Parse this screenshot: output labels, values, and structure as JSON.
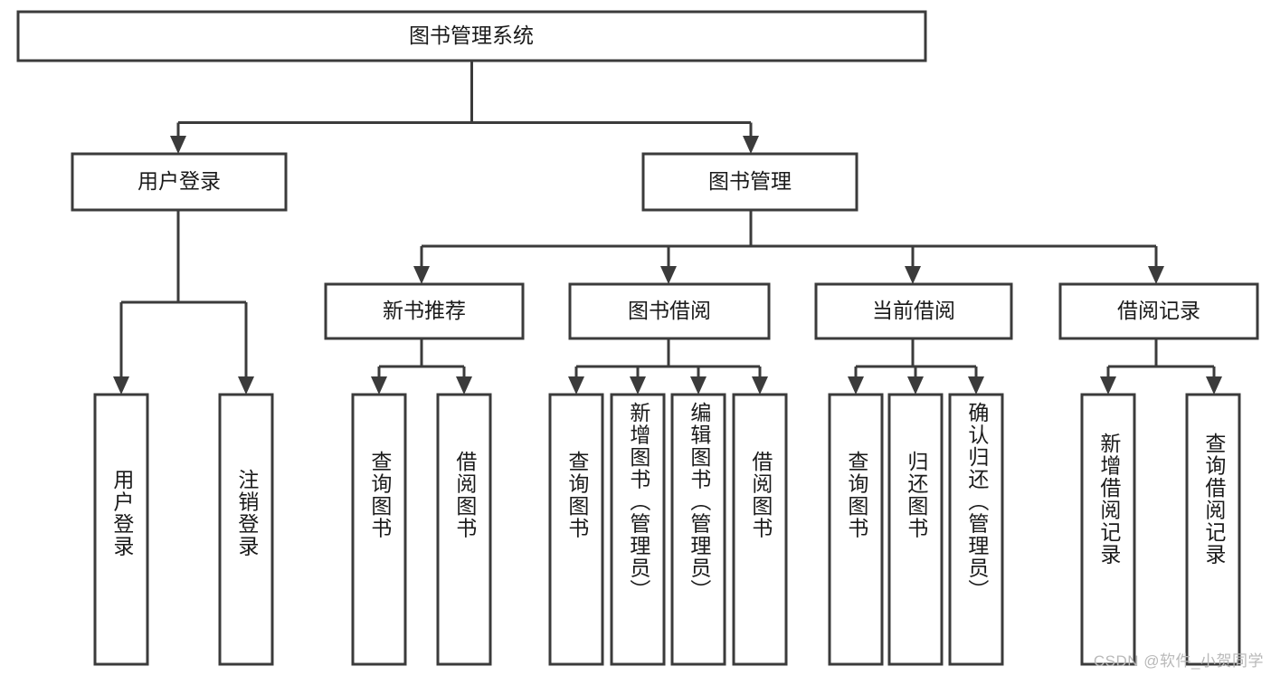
{
  "diagram": {
    "title": "图书管理系统",
    "type": "hierarchy-tree",
    "watermark": "CSDN @软件_小贺同学",
    "colors": {
      "box_stroke": "#3b3b3b",
      "box_fill": "#ffffff",
      "text": "#1a1a1a",
      "background": "#ffffff",
      "watermark": "#b9b9b9"
    },
    "levels": {
      "root": {
        "label": "图书管理系统"
      },
      "level2": [
        {
          "label": "用户登录"
        },
        {
          "label": "图书管理"
        }
      ],
      "level3": [
        {
          "label": "新书推荐"
        },
        {
          "label": "图书借阅"
        },
        {
          "label": "当前借阅"
        },
        {
          "label": "借阅记录"
        }
      ],
      "leaves": {
        "用户登录": [
          {
            "label": "用户登录"
          },
          {
            "label": "注销登录"
          }
        ],
        "新书推荐": [
          {
            "label": "查询图书"
          },
          {
            "label": "借阅图书"
          }
        ],
        "图书借阅": [
          {
            "label": "查询图书"
          },
          {
            "label": "新增图书（管理员）"
          },
          {
            "label": "编辑图书（管理员）"
          },
          {
            "label": "借阅图书"
          }
        ],
        "当前借阅": [
          {
            "label": "查询图书"
          },
          {
            "label": "归还图书"
          },
          {
            "label": "确认归还（管理员）"
          }
        ],
        "借阅记录": [
          {
            "label": "新增借阅记录"
          },
          {
            "label": "查询借阅记录"
          }
        ]
      }
    },
    "leaf_labels_ordered": [
      "用户登录",
      "注销登录",
      "查询图书",
      "借阅图书",
      "查询图书",
      "新增图书（管理员）",
      "编辑图书（管理员）",
      "借阅图书",
      "查询图书",
      "归还图书",
      "确认归还（管理员）",
      "新增借阅记录",
      "查询借阅记录"
    ]
  }
}
